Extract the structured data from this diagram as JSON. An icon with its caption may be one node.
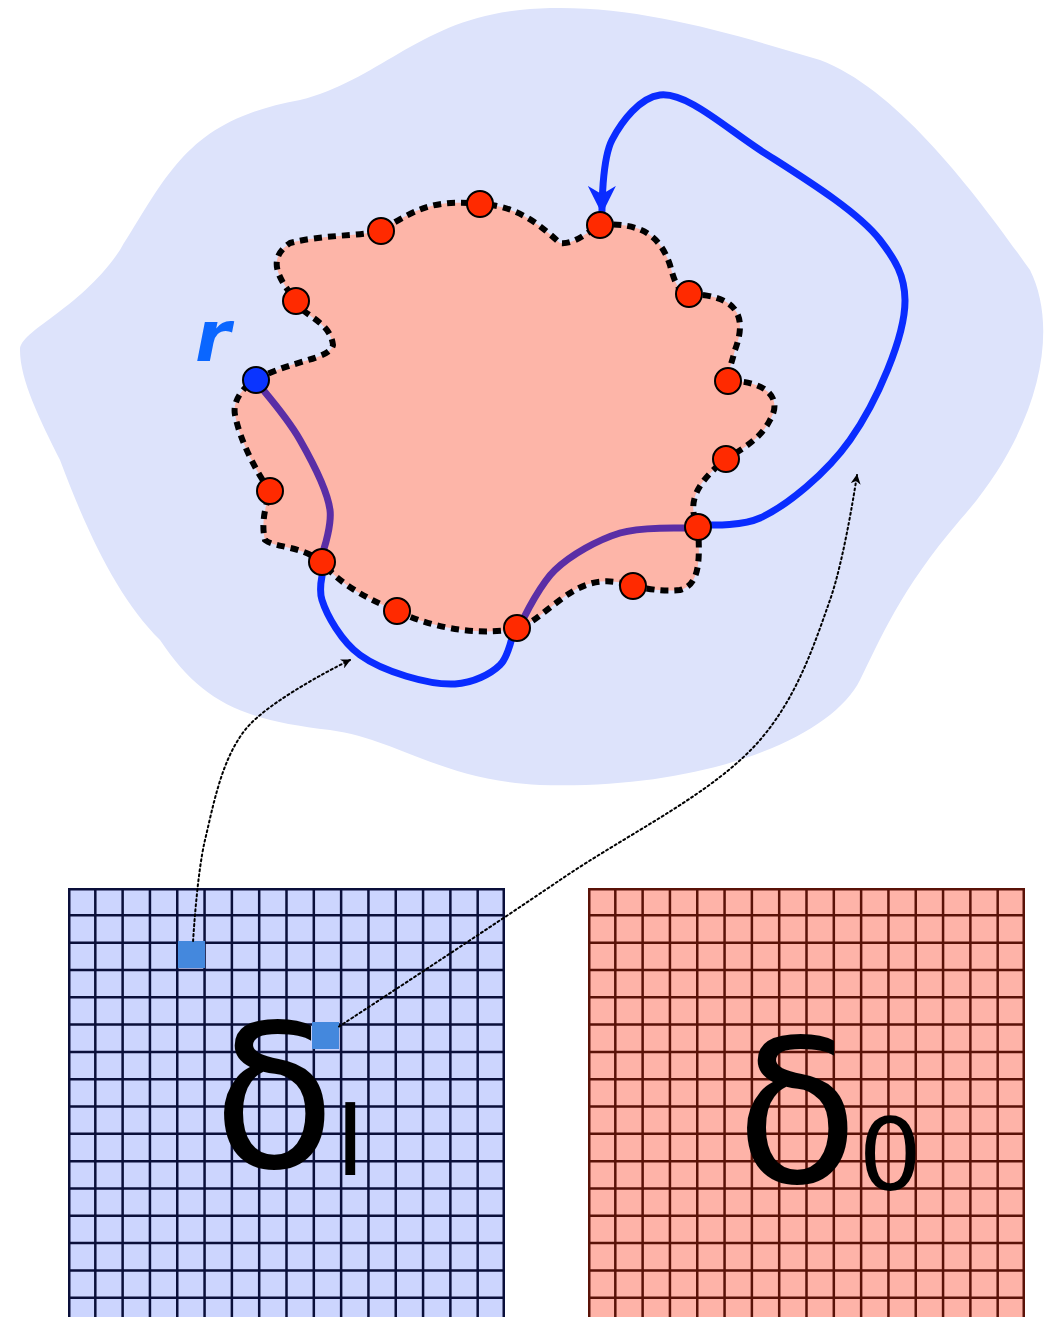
{
  "diagram": {
    "nodes": [
      {
        "text": [],
        "shape": "circle"
      },
      {
        "text": [],
        "shape": "circle"
      },
      {
        "text": [],
        "shape": "circle"
      },
      {
        "text": [],
        "shape": "circle"
      },
      {
        "text": [],
        "shape": "circle"
      },
      {
        "text": [],
        "shape": "circle"
      },
      {
        "text": [],
        "shape": "circle"
      },
      {
        "text": [],
        "shape": "circle"
      },
      {
        "text": [],
        "shape": "circle"
      },
      {
        "text": [],
        "shape": "circle"
      },
      {
        "text": [],
        "shape": "circle"
      },
      {
        "text": [],
        "shape": "circle"
      },
      {
        "text": [],
        "shape": "circle"
      },
      {
        "text": [],
        "shape": "circle"
      },
      {
        "text": [
          "δ$_{I}$"
        ]
      },
      {
        "text": [],
        "shape": "box",
        "in": 14
      },
      {
        "text": [],
        "shape": "box",
        "in": 14
      },
      {
        "text": [
          "δ$_{0}$"
        ]
      }
    ],
    "edges": [
      {
        "from": 5,
        "to": 10,
        "arrow": "none",
        "color": "#5a2ea6"
      },
      {
        "from": 10,
        "to": 13,
        "arrow": "none",
        "color": "#0a2cff"
      },
      {
        "from": 13,
        "to": 9,
        "arrow": "none",
        "color": "#5a2ea6"
      },
      {
        "from": 9,
        "to": 1,
        "arrow": "to",
        "color": "#0a2cff"
      },
      {
        "from": 15,
        "to": null,
        "arrow": "to",
        "style": "dashed",
        "color": "#000000"
      },
      {
        "from": 16,
        "to": null,
        "arrow": "to",
        "style": "dashed",
        "color": "#000000"
      }
    ],
    "labels": [
      "r"
    ]
  }
}
